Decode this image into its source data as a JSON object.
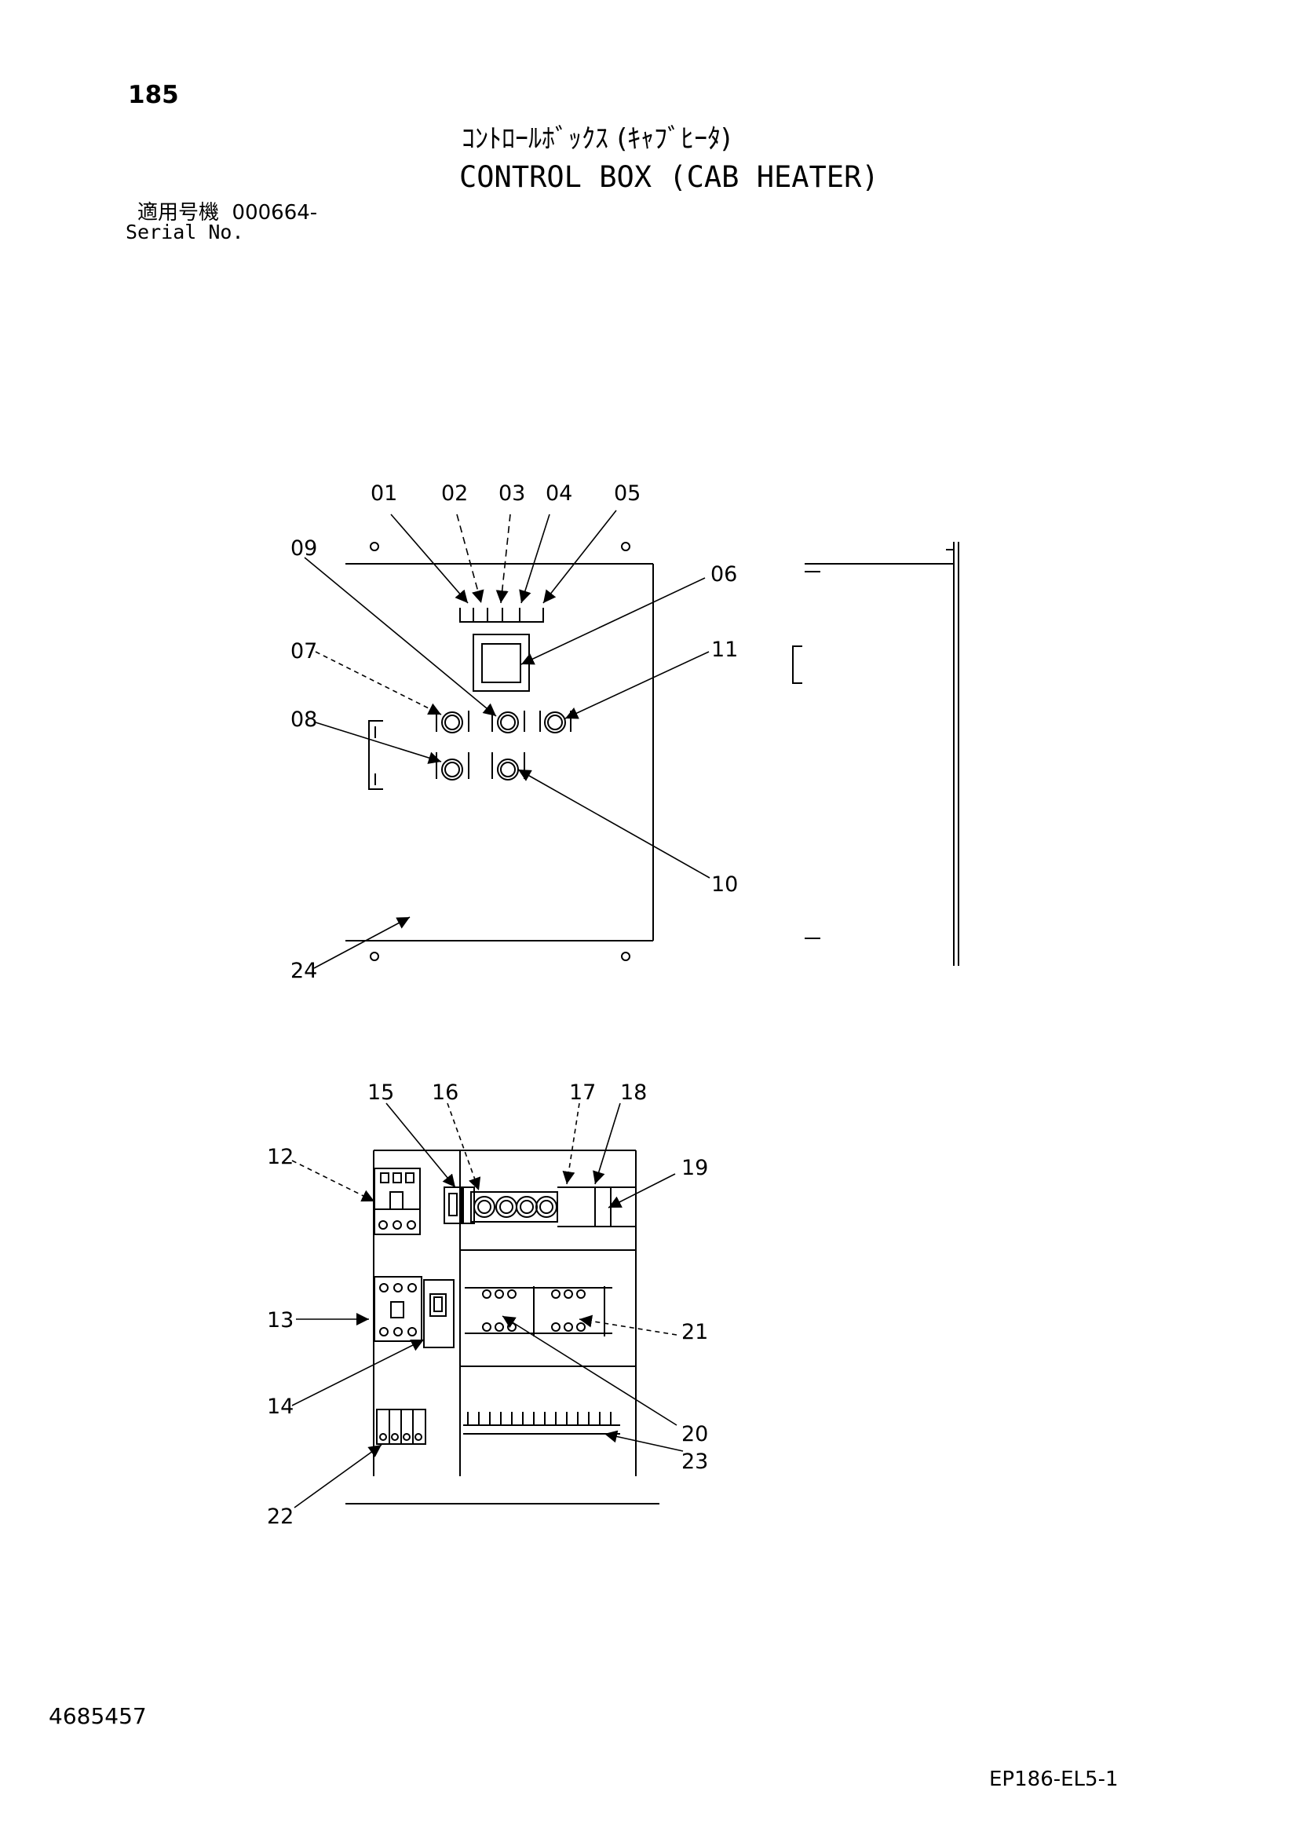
{
  "header": {
    "page_number": "185",
    "title_jp": "ｺﾝﾄﾛｰﾙﾎﾞｯｸｽ (ｷｬﾌﾞﾋｰﾀ)",
    "title_en": "CONTROL BOX (CAB HEATER)",
    "serial_label_jp": "適用号機",
    "serial_value": "000664-",
    "serial_label_en": "Serial No."
  },
  "callouts": [
    "01",
    "02",
    "03",
    "04",
    "05",
    "06",
    "07",
    "08",
    "09",
    "10",
    "11",
    "12",
    "13",
    "14",
    "15",
    "16",
    "17",
    "18",
    "19",
    "20",
    "21",
    "22",
    "23",
    "24"
  ],
  "footer": {
    "doc_number": "4685457",
    "sheet_code": "EP186-EL5-1"
  }
}
